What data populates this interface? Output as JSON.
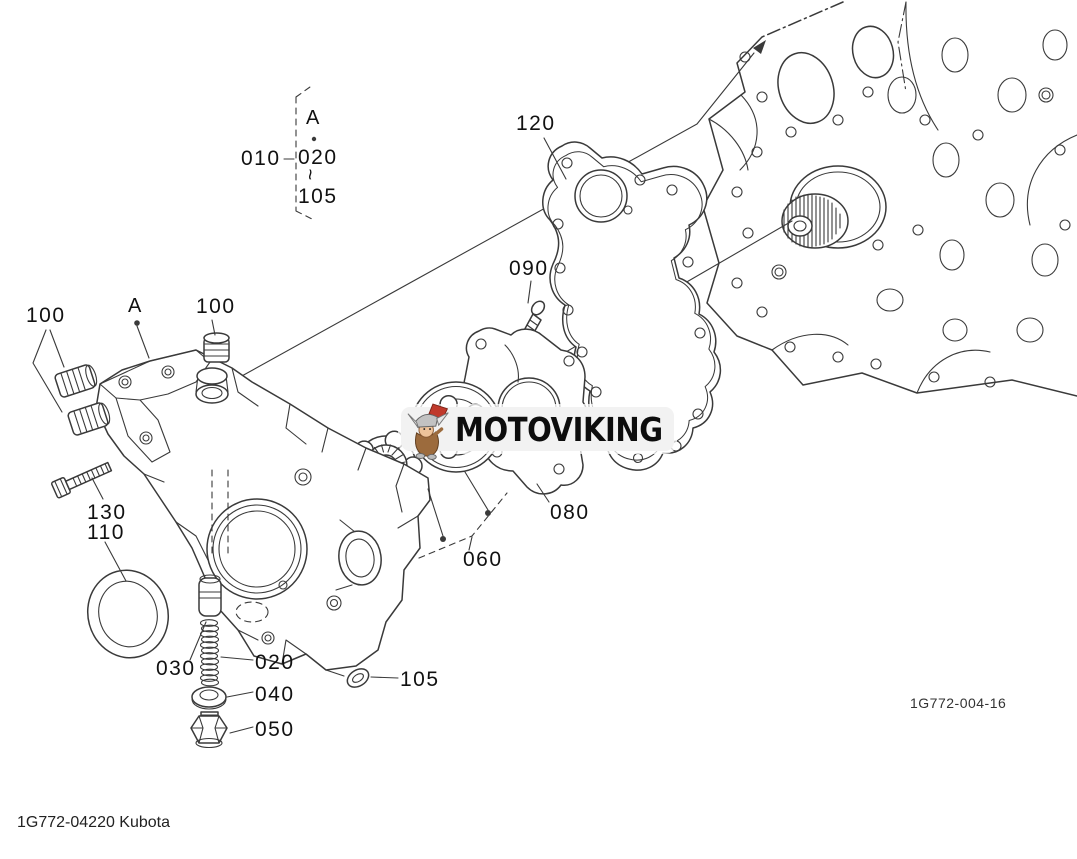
{
  "figure": {
    "ref_code": "1G772-004-16",
    "catalog_text": "1G772-04220 Kubota"
  },
  "watermark": {
    "text": "MOTOVIKING"
  },
  "callouts": {
    "c010": "010",
    "cA_top": "A",
    "c020_top": "020",
    "range_tilde": "~",
    "c105_top": "105",
    "c120": "120",
    "c090": "090",
    "c100_left": "100",
    "cA_mid": "A",
    "c100_right": "100",
    "c130": "130",
    "c110": "110",
    "c030": "030",
    "c020_bottom": "020",
    "c040": "040",
    "c050": "050",
    "c105_bottom": "105",
    "c060": "060",
    "c080": "080"
  },
  "colors": {
    "line": "#3a3a3a",
    "label": "#111111",
    "axe_red": "#c0392b",
    "badge_bg": "#f2f2f2"
  }
}
